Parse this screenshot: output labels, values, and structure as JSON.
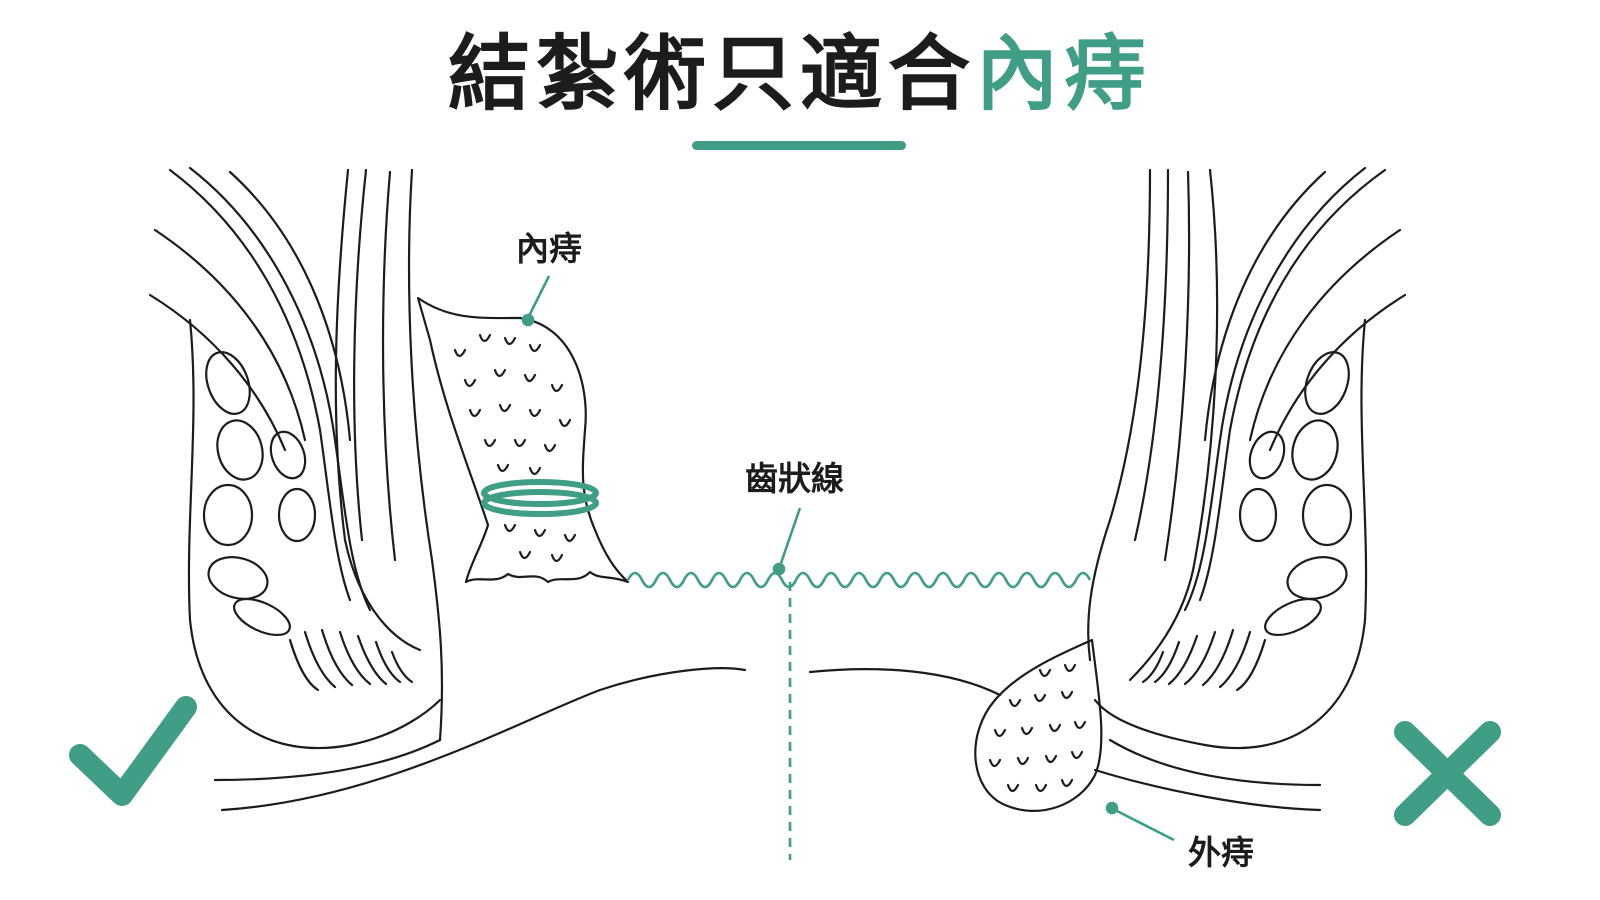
{
  "title": {
    "prefix": "結紮術只適合",
    "highlight": "內痔"
  },
  "labels": {
    "internal_hemorrhoid": "內痔",
    "dentate_line": "齒狀線",
    "external_hemorrhoid": "外痔"
  },
  "icons": {
    "suitable": "check-icon",
    "not_suitable": "cross-icon"
  },
  "colors": {
    "accent": "#3f9e85",
    "ink": "#1c1c1c",
    "background": "#ffffff"
  }
}
